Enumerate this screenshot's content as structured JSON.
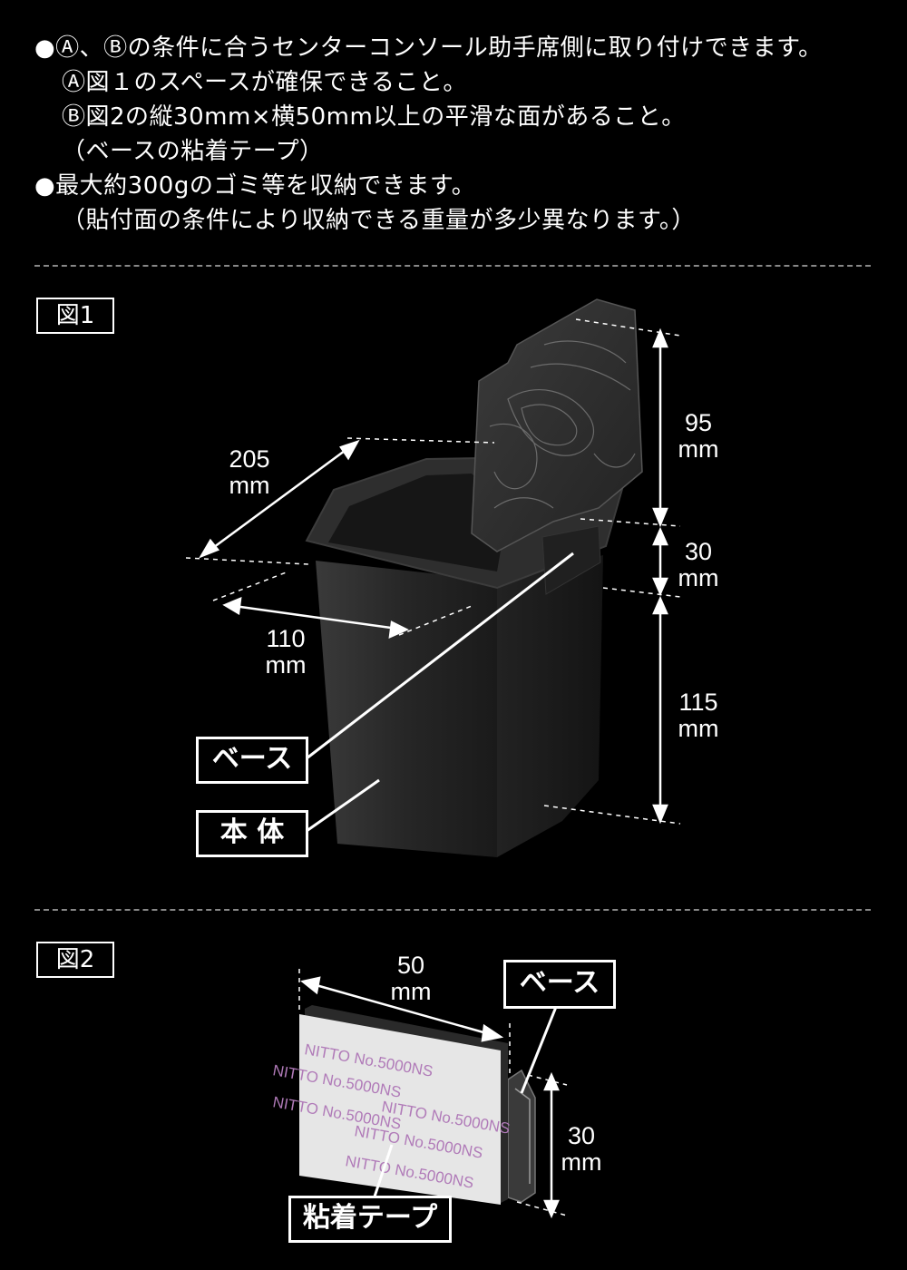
{
  "notes": {
    "line1": "●Ⓐ、Ⓑの条件に合うセンターコンソール助手席側に取り付けできます。",
    "line2": "Ⓐ図１のスペースが確保できること。",
    "line3": "Ⓑ図2の縦30mm×横50mm以上の平滑な面があること。",
    "line4": "（ベースの粘着テープ）",
    "line5": "●最大約300gのゴミ等を収納できます。",
    "line6": "（貼付面の条件により収納できる重量が多少異なります。）"
  },
  "figure1": {
    "label": "図1",
    "depth": {
      "value": "205",
      "unit": "mm"
    },
    "width": {
      "value": "110",
      "unit": "mm"
    },
    "lid_height": {
      "value": "95",
      "unit": "mm"
    },
    "base_height": {
      "value": "30",
      "unit": "mm"
    },
    "body_height": {
      "value": "115",
      "unit": "mm"
    },
    "callout_base": "ベース",
    "callout_body": "本 体"
  },
  "figure2": {
    "label": "図2",
    "width": {
      "value": "50",
      "unit": "mm"
    },
    "height": {
      "value": "30",
      "unit": "mm"
    },
    "callout_base": "ベース",
    "callout_tape": "粘着テープ",
    "tape_print": "NITTO No.5000NS"
  },
  "colors": {
    "background": "#000000",
    "text": "#ffffff",
    "product": "#2a2a2a",
    "tape_text": "#b07ab8"
  }
}
